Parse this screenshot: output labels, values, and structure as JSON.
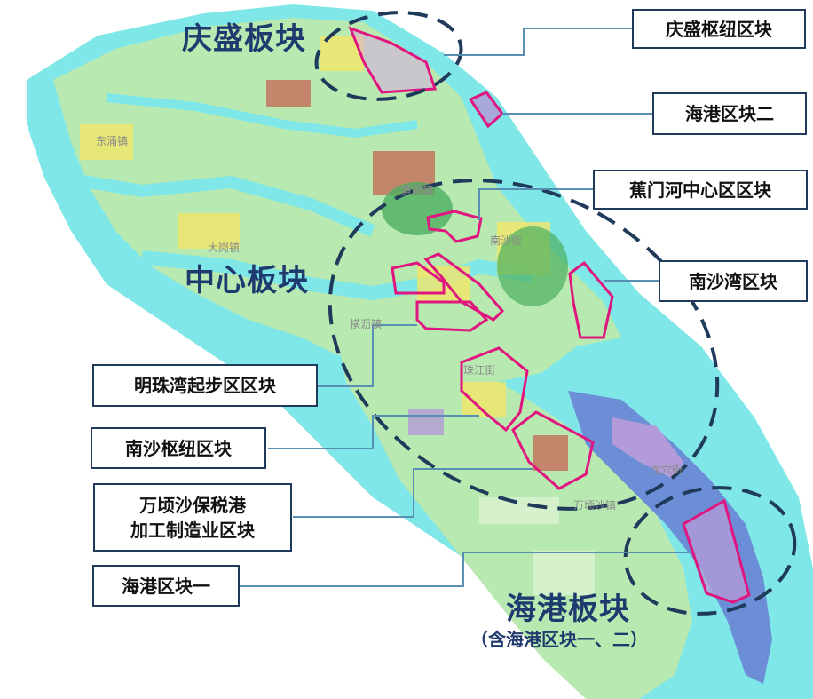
{
  "colors": {
    "water": "#7fe7e7",
    "land_green": "#b8e9b0",
    "dark_green": "#4caf60",
    "residential_yellow": "#f2e66a",
    "commercial_red": "#c95b4e",
    "industrial_purple": "#b39ad8",
    "port_blue": "#6b8ed6",
    "block_outline": "#e0157f",
    "dashed_ellipse": "#1f3a5a",
    "title_blue": "#1f3a6e"
  },
  "plates": {
    "qingsheng": "庆盛板块",
    "center": "中心板块",
    "haigang": "海港板块",
    "haigang_note": "（含海港区块一、二）"
  },
  "callouts": {
    "qingsheng_hub": "庆盛枢纽区块",
    "haigang_two": "海港区块二",
    "jiaomen": "蕉门河中心区区块",
    "nanshawan": "南沙湾区块",
    "mingzhuwan": "明珠湾起步区区块",
    "nansha_hub": "南沙枢纽区块",
    "wanqingsha_line1": "万顷沙保税港",
    "wanqingsha_line2": "加工制造业区块",
    "haigang_one": "海港区块一"
  },
  "towns": {
    "dongchong": "东涌镇",
    "huangge": "黄阁镇",
    "nansha_jie": "南沙街",
    "dagang": "大岗镇",
    "hengli": "横沥镇",
    "zhujiang_jie": "珠江街",
    "longxue_jie": "龙穴街",
    "wanqingsha": "万顷沙镇"
  }
}
